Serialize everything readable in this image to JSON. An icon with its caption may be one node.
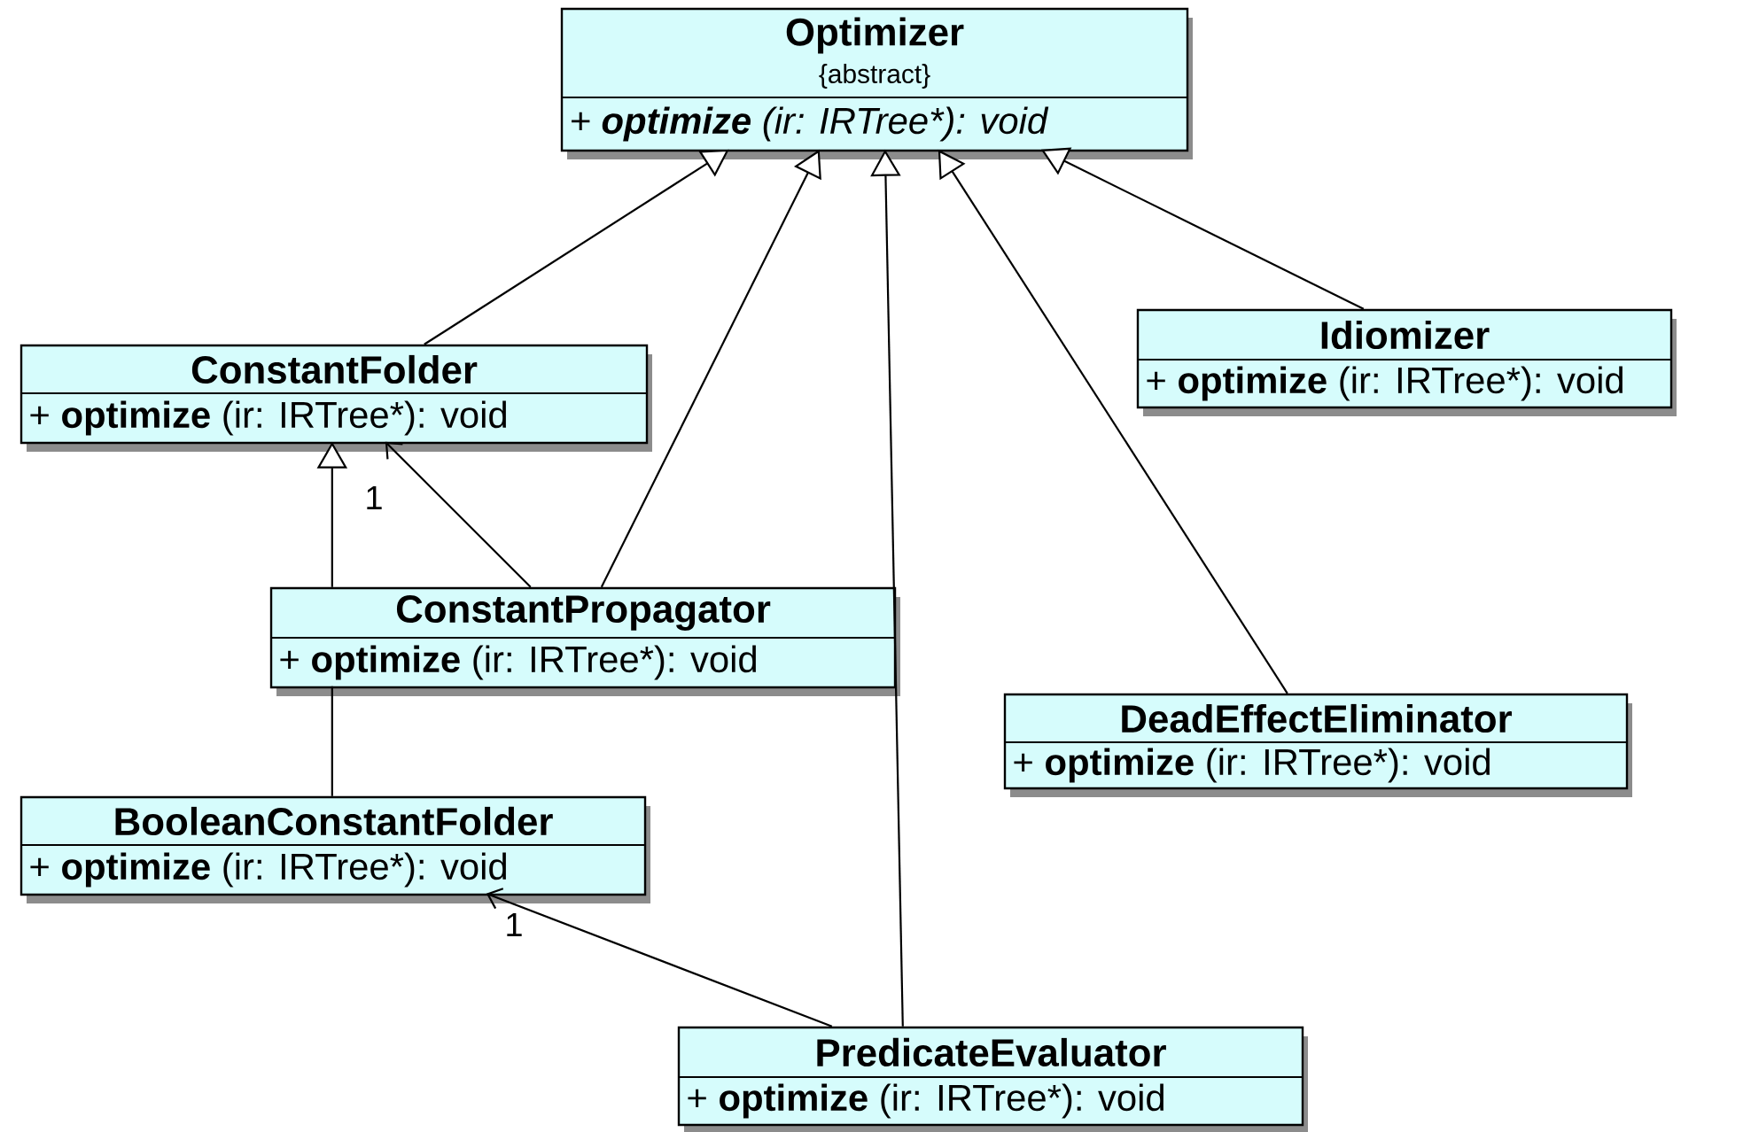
{
  "diagram": {
    "nodes": [
      {
        "text": [
          "Optimizer",
          "{abstract}",
          "+ **optimize** (ir: IRTree*): void"
        ]
      },
      {
        "text": [
          "ConstantFolder",
          "+ **optimize** (ir: IRTree*): void"
        ]
      },
      {
        "text": [
          "Idiomizer",
          "+ **optimize** (ir: IRTree*): void"
        ]
      },
      {
        "text": [
          "ConstantPropagator",
          "+ **optimize** (ir: IRTree*): void"
        ]
      },
      {
        "text": [
          "DeadEffectEliminator",
          "+ **optimize** (ir: IRTree*): void"
        ]
      },
      {
        "text": [
          "BooleanConstantFolder",
          "+ **optimize** (ir: IRTree*): void"
        ]
      },
      {
        "text": [
          "PredicateEvaluator",
          "+ **optimize** (ir: IRTree*): void"
        ]
      }
    ],
    "edges": [
      {
        "from": 1,
        "to": 0,
        "arrow": "to"
      },
      {
        "from": 3,
        "to": 0,
        "arrow": "to"
      },
      {
        "from": 6,
        "to": 0,
        "arrow": "to"
      },
      {
        "from": 4,
        "to": 0,
        "arrow": "to"
      },
      {
        "from": 2,
        "to": 0,
        "arrow": "to"
      },
      {
        "from": 3,
        "to": 1,
        "arrow": "to"
      },
      {
        "from": 3,
        "to": 1,
        "arrow": "to",
        "label": "1"
      },
      {
        "from": 5,
        "to": 3,
        "arrow": "none"
      },
      {
        "from": 6,
        "to": 5,
        "arrow": "to",
        "label": "1"
      }
    ]
  }
}
